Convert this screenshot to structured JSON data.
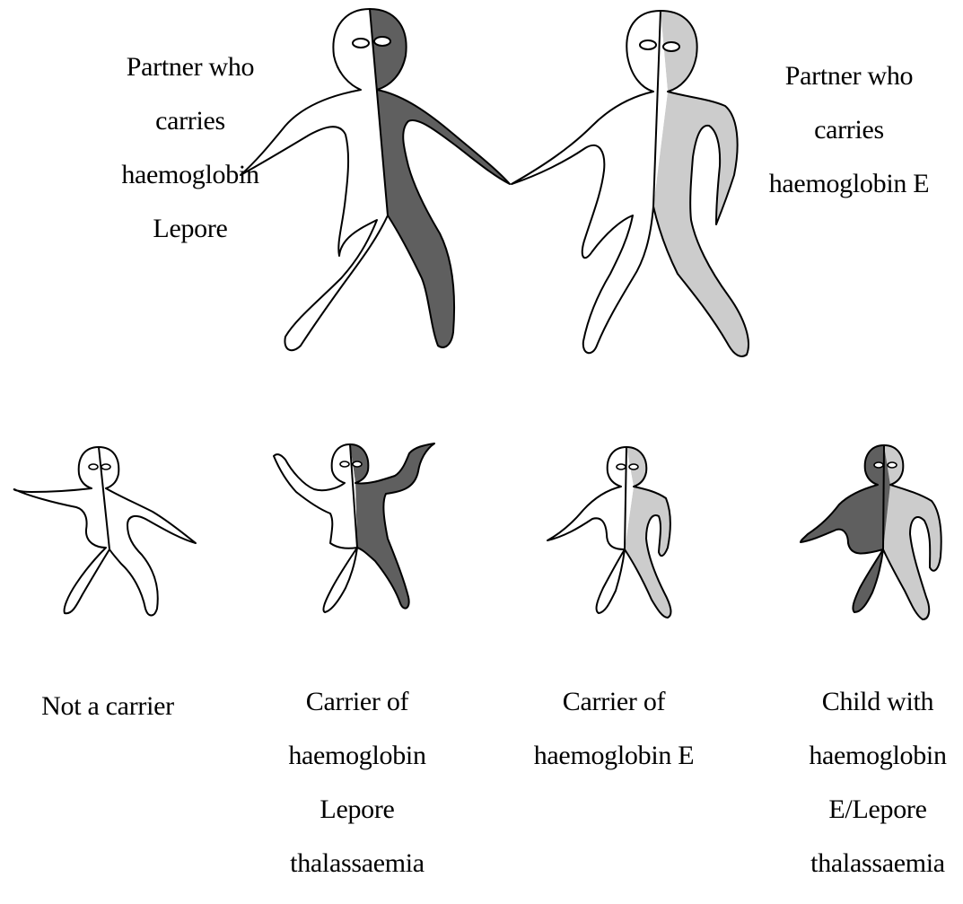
{
  "colors": {
    "lepore": "#5f5f5f",
    "haemoglobin_e": "#cccccc",
    "normal": "#ffffff",
    "outline": "#000000"
  },
  "parents": {
    "left": {
      "label_lines": [
        "Partner who",
        "carries",
        "haemoglobin",
        "Lepore"
      ],
      "left_half": "normal",
      "right_half": "lepore"
    },
    "right": {
      "label_lines": [
        "Partner who",
        "carries",
        "haemoglobin E"
      ],
      "left_half": "normal",
      "right_half": "haemoglobin_e"
    }
  },
  "children": [
    {
      "label_lines": [
        "Not a carrier"
      ],
      "left_half": "normal",
      "right_half": "normal"
    },
    {
      "label_lines": [
        "Carrier of",
        "haemoglobin",
        "Lepore",
        "thalassaemia"
      ],
      "left_half": "normal",
      "right_half": "lepore"
    },
    {
      "label_lines": [
        "Carrier of",
        "haemoglobin E"
      ],
      "left_half": "normal",
      "right_half": "haemoglobin_e"
    },
    {
      "label_lines": [
        "Child with",
        "haemoglobin",
        "E/Lepore",
        "thalassaemia"
      ],
      "left_half": "lepore",
      "right_half": "haemoglobin_e"
    }
  ]
}
